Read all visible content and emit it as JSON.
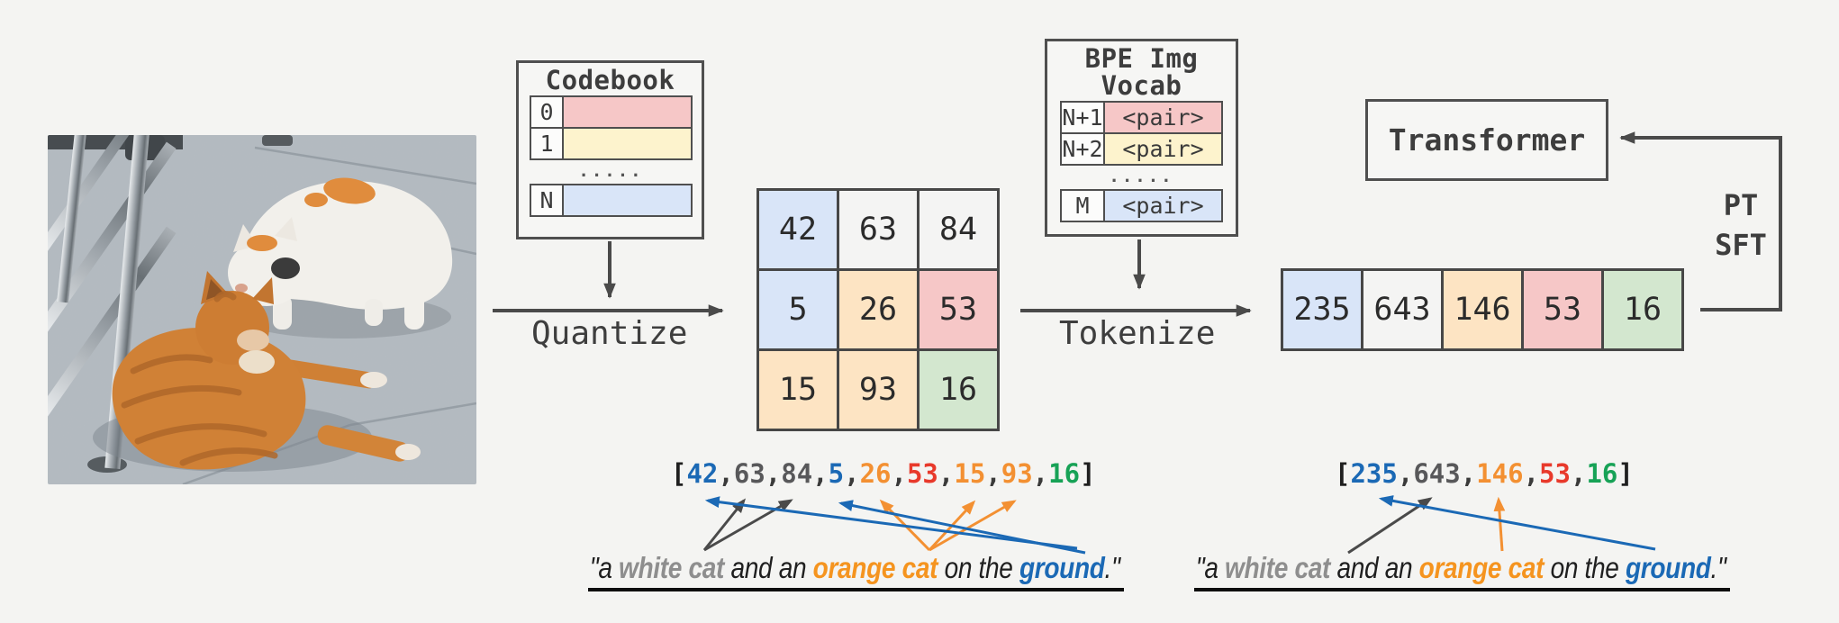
{
  "photo": {
    "description": "orange tabby cat lying on grey pavement touching noses with a standing white cat with orange patches, metal railing at left"
  },
  "colors": {
    "blue": "#1b69b5",
    "gray": "#58585a",
    "orange": "#f39032",
    "red": "#e8392b",
    "green": "#17a256",
    "dark": "#1f1f1f",
    "comma": "#3a3a3a",
    "cap_gray": "#8e8e8e",
    "cap_orange": "#f5941f",
    "cap_blue": "#1b69b5",
    "cell_blue": "#d9e5f8",
    "cell_white": "#f4f4f3",
    "cell_peach": "#fde4c3",
    "cell_pink": "#f6c7c7",
    "cell_green": "#d3e7cf",
    "cell_yellow": "#fdf3cd"
  },
  "codebook": {
    "title": "Codebook",
    "ellipsis": ".....",
    "rows": [
      {
        "index": "0",
        "bg": "#f6c7c7",
        "value": ""
      },
      {
        "index": "1",
        "bg": "#fdf3cd",
        "value": ""
      },
      {
        "index": "N",
        "bg": "#d9e5f8",
        "value": ""
      }
    ]
  },
  "bpe_vocab": {
    "title_line1": "BPE Img",
    "title_line2": "Vocab",
    "ellipsis": ".....",
    "rows": [
      {
        "index": "N+1",
        "bg": "#f6c7c7",
        "value": "<pair>"
      },
      {
        "index": "N+2",
        "bg": "#fdf3cd",
        "value": "<pair>"
      },
      {
        "index": "M",
        "bg": "#d9e5f8",
        "value": "<pair>"
      }
    ]
  },
  "quantize_label": "Quantize",
  "tokenize_label": "Tokenize",
  "transformer_label": "Transformer",
  "feedback_labels": {
    "pt": "PT",
    "sft": "SFT"
  },
  "quantized_grid": {
    "cells": [
      {
        "v": "42",
        "bg": "#d9e5f8"
      },
      {
        "v": "63",
        "bg": "#f4f4f3"
      },
      {
        "v": "84",
        "bg": "#f4f4f3"
      },
      {
        "v": "5",
        "bg": "#d9e5f8"
      },
      {
        "v": "26",
        "bg": "#fde4c3"
      },
      {
        "v": "53",
        "bg": "#f6c7c7"
      },
      {
        "v": "15",
        "bg": "#fde4c3"
      },
      {
        "v": "93",
        "bg": "#fde4c3"
      },
      {
        "v": "16",
        "bg": "#d3e7cf"
      }
    ]
  },
  "token_sequence": {
    "cells": [
      {
        "v": "235",
        "bg": "#d9e5f8"
      },
      {
        "v": "643",
        "bg": "#f4f4f3"
      },
      {
        "v": "146",
        "bg": "#fde4c3"
      },
      {
        "v": "53",
        "bg": "#f6c7c7"
      },
      {
        "v": "16",
        "bg": "#d3e7cf"
      }
    ]
  },
  "array_before_bpe": {
    "open": "[",
    "close": "]",
    "tokens": [
      {
        "t": "42",
        "c": "blue"
      },
      {
        "t": "63",
        "c": "gray"
      },
      {
        "t": "84",
        "c": "gray"
      },
      {
        "t": "5",
        "c": "blue"
      },
      {
        "t": "26",
        "c": "orange"
      },
      {
        "t": "53",
        "c": "red"
      },
      {
        "t": "15",
        "c": "orange"
      },
      {
        "t": "93",
        "c": "orange"
      },
      {
        "t": "16",
        "c": "green"
      }
    ]
  },
  "array_after_bpe": {
    "open": "[",
    "close": "]",
    "tokens": [
      {
        "t": "235",
        "c": "blue"
      },
      {
        "t": "643",
        "c": "gray"
      },
      {
        "t": "146",
        "c": "orange"
      },
      {
        "t": "53",
        "c": "red"
      },
      {
        "t": "16",
        "c": "green"
      }
    ]
  },
  "caption": {
    "segments": [
      {
        "t": "\"a ",
        "s": "plain"
      },
      {
        "t": "white cat",
        "s": "gray"
      },
      {
        "t": " and an ",
        "s": "plain"
      },
      {
        "t": "orange cat",
        "s": "orange"
      },
      {
        "t": " on the ",
        "s": "plain"
      },
      {
        "t": "ground",
        "s": "blue"
      },
      {
        "t": ".\"",
        "s": "plain"
      }
    ]
  }
}
